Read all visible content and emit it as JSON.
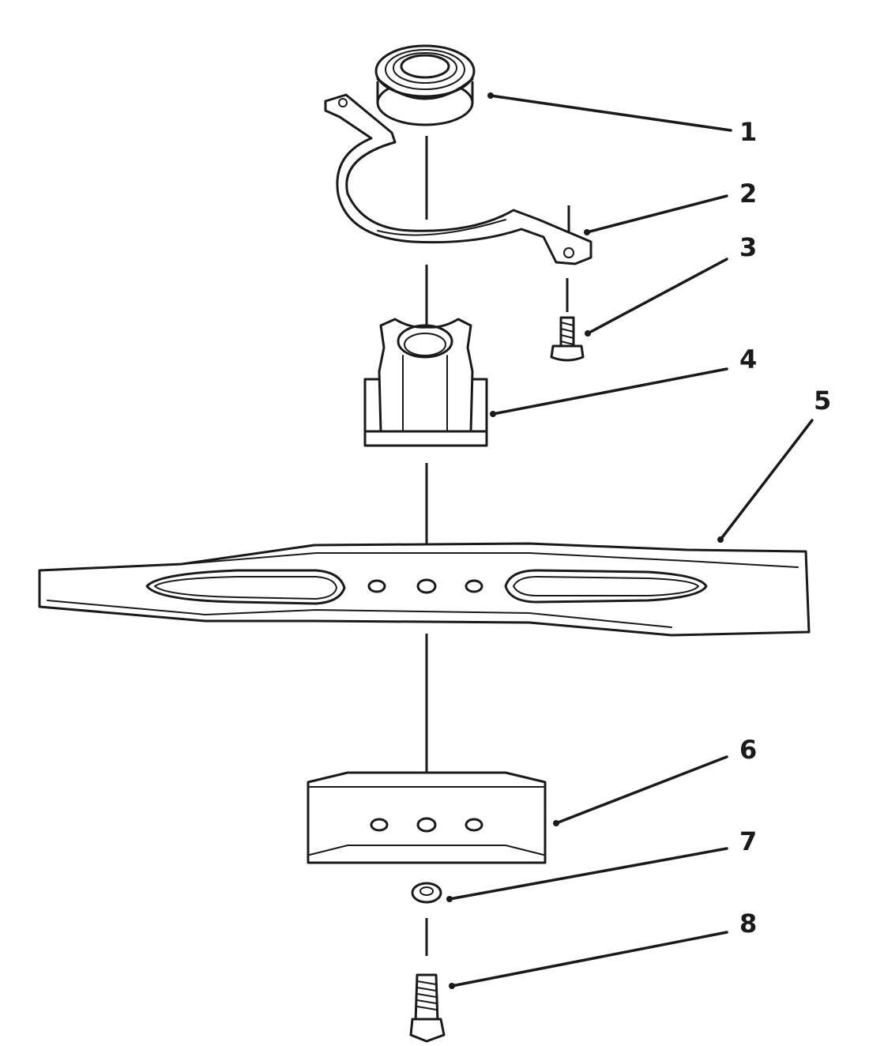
{
  "callouts": {
    "c1": "1",
    "c2": "2",
    "c3": "3",
    "c4": "4",
    "c5": "5",
    "c6": "6",
    "c7": "7",
    "c8": "8"
  },
  "colors": {
    "ink": "#1a1a1a",
    "paper": "#ffffff"
  }
}
